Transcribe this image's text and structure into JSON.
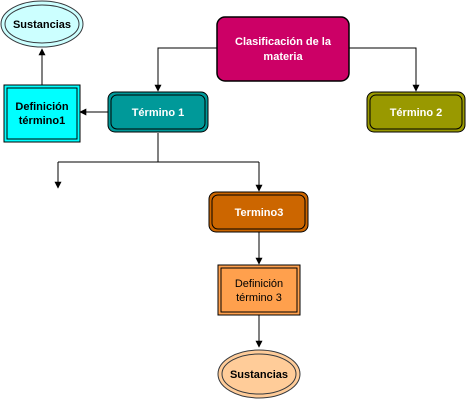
{
  "nodes": {
    "sustancias_top": {
      "label": "Sustancias",
      "fill": "#ccffff",
      "stroke": "#36393d"
    },
    "clasificacion": {
      "line1": "Clasificación de la",
      "line2": "materia",
      "fill": "#cc0066",
      "stroke": "#000000"
    },
    "definicion1": {
      "line1": "Definición",
      "line2": "término1",
      "fill": "#00ffff",
      "stroke": "#000000"
    },
    "termino1": {
      "label": "Término 1",
      "fill": "#009999",
      "stroke": "#000000"
    },
    "termino2": {
      "label": "Término 2",
      "fill": "#999900",
      "stroke": "#000000"
    },
    "termino3": {
      "label": "Termino3",
      "fill": "#cc6600",
      "stroke": "#000000"
    },
    "definicion3": {
      "line1": "Definición",
      "line2": "término 3",
      "fill": "#ffa04d",
      "stroke": "#000000"
    },
    "sustancias_bottom": {
      "label": "Sustancias",
      "fill": "#ffcc99",
      "stroke": "#36393d"
    }
  }
}
